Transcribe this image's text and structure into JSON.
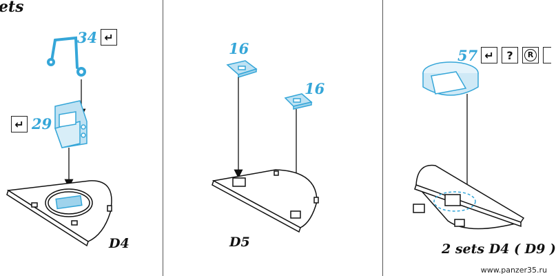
{
  "header": {
    "partial_title": "ets"
  },
  "panels": [
    {
      "callouts": [
        {
          "number": "34",
          "icon": "bend-arrow-icon"
        },
        {
          "number": "29",
          "icon": "bend-arrow-icon"
        }
      ],
      "label": "D4"
    },
    {
      "callouts": [
        {
          "number": "16"
        },
        {
          "number": "16"
        }
      ],
      "label": "D5"
    },
    {
      "callouts": [
        {
          "number": "57",
          "icons": [
            "bend-arrow-icon",
            "question-icon",
            "registered-icon"
          ]
        }
      ],
      "question_mark": "?",
      "label": "2 sets D4 ( D9 )"
    }
  ],
  "watermark": "www.panzer35.ru",
  "colors": {
    "part_blue": "#35a6d8",
    "ink": "#111111"
  }
}
